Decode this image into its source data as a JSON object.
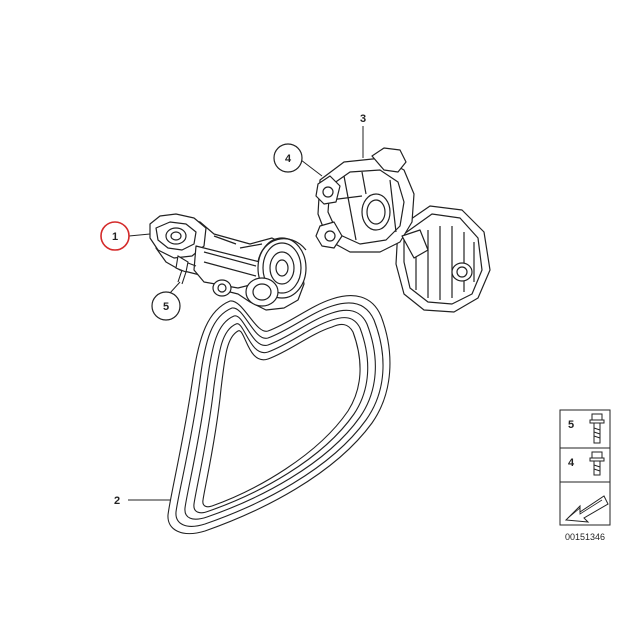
{
  "diagram": {
    "callouts": [
      {
        "id": "1",
        "label": "1",
        "circled": true,
        "highlight": true
      },
      {
        "id": "2",
        "label": "2",
        "circled": false
      },
      {
        "id": "3",
        "label": "3",
        "circled": false
      },
      {
        "id": "4",
        "label": "4",
        "circled": true
      },
      {
        "id": "5",
        "label": "5",
        "circled": true
      }
    ],
    "parts_legend": [
      {
        "label": "5"
      },
      {
        "label": "4"
      }
    ],
    "reference_number": "00151346",
    "colors": {
      "line": "#222222",
      "highlight": "#d42a2a",
      "background": "#ffffff"
    }
  }
}
